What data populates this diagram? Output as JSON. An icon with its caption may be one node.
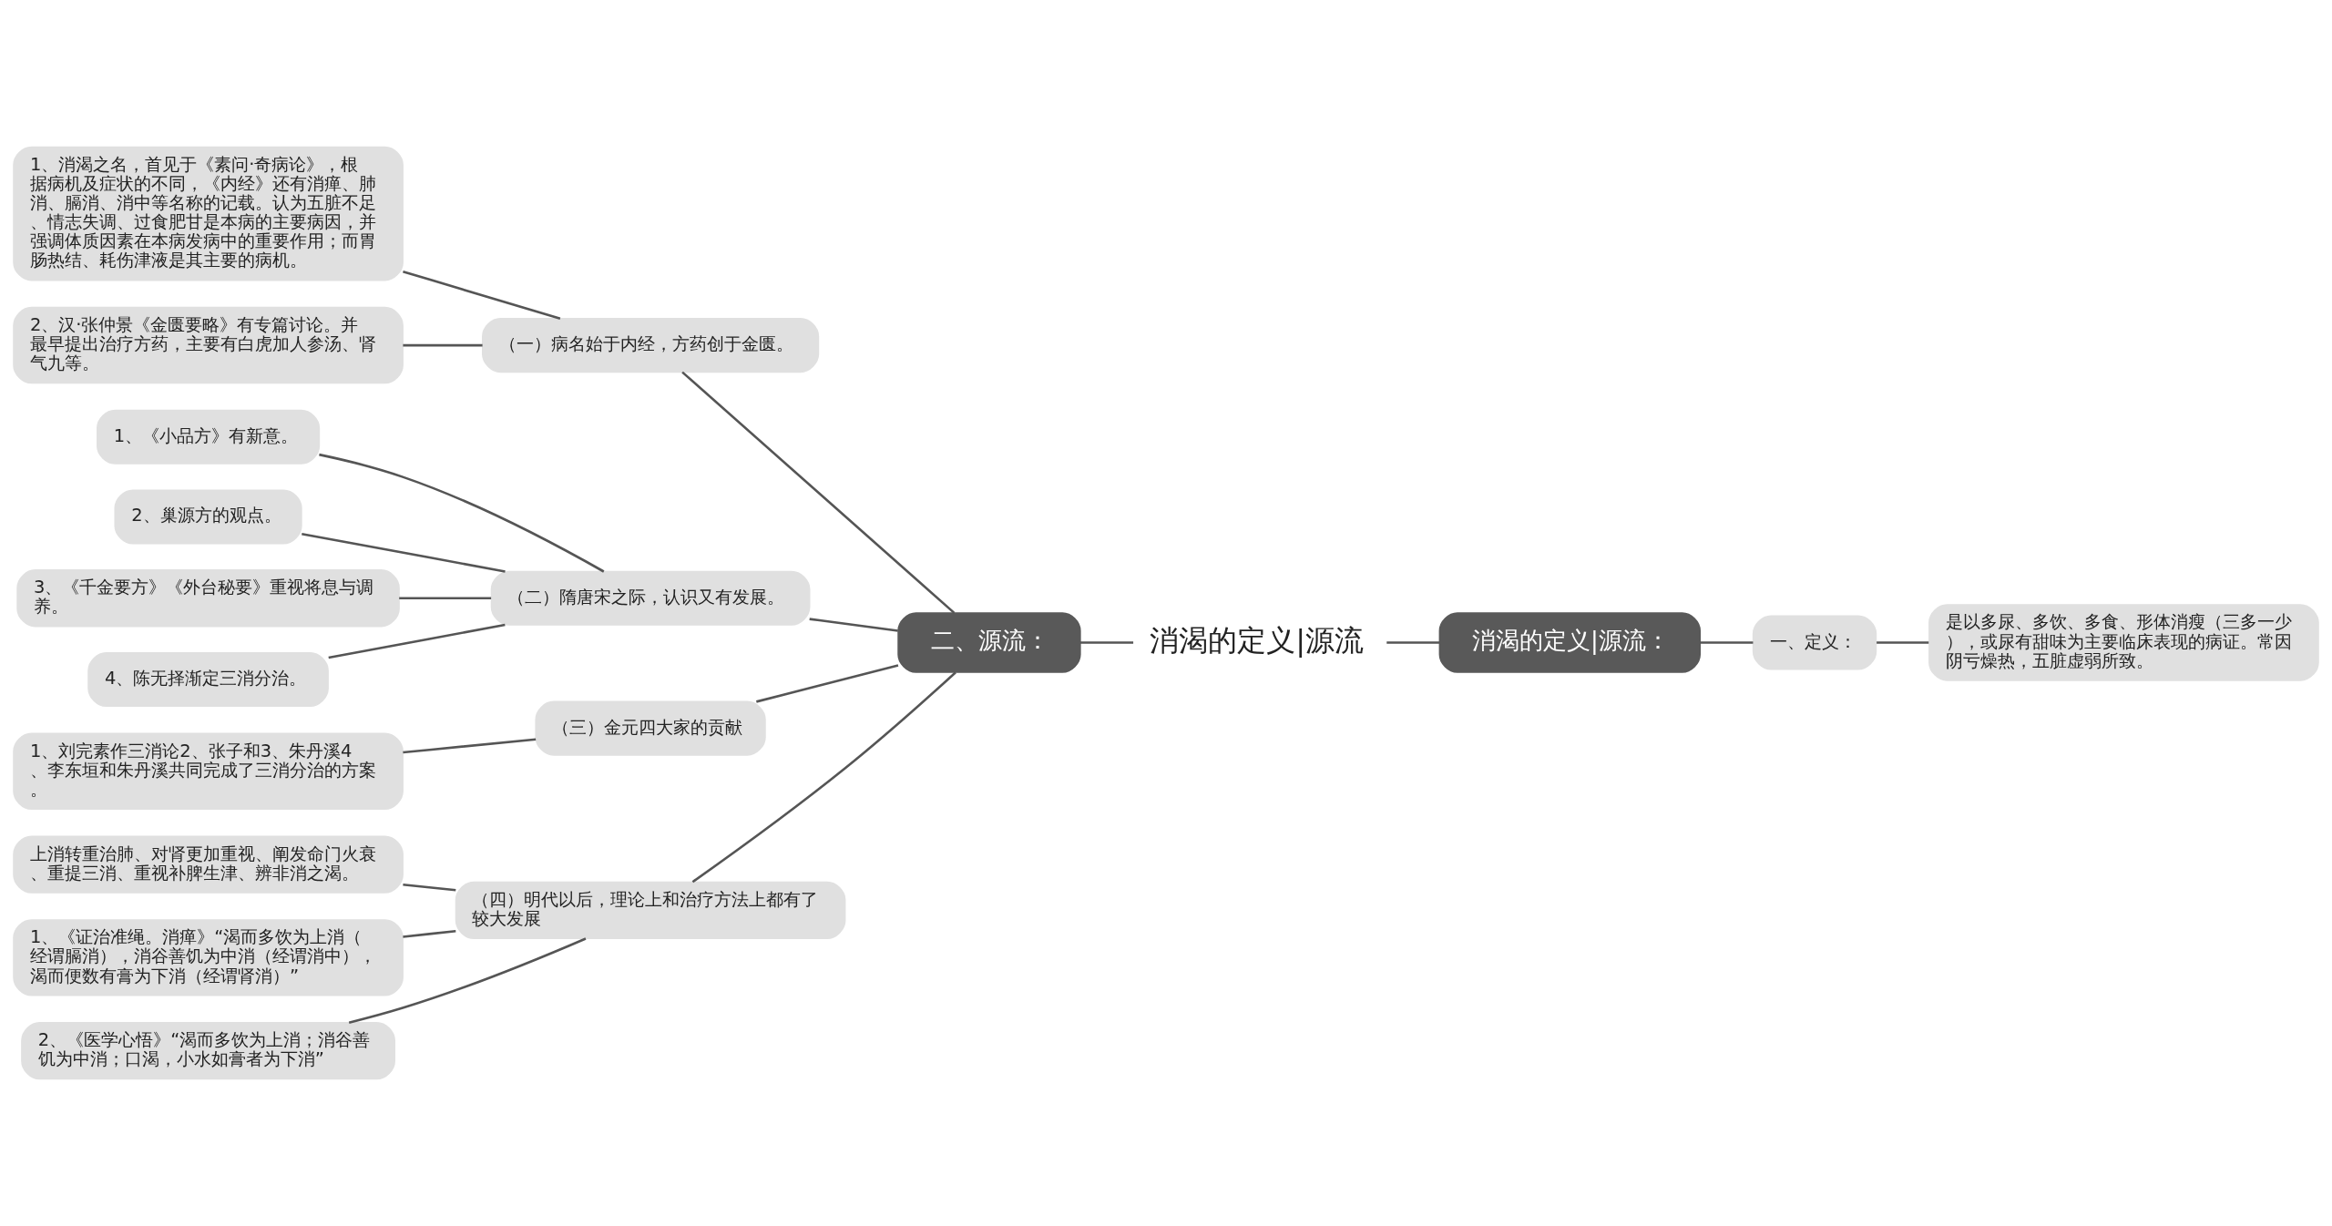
{
  "diagram": {
    "nodes": [
      {
        "text": [
          "消渴的定义|源流"
        ]
      },
      {
        "text": [
          "二、源流："
        ]
      },
      {
        "text": [
          "（一）病名始于内经，方药创于金匮。"
        ]
      },
      {
        "text": [
          "1、消渴之名，首见于《素问·奇病论》，根据病机及症状的不同，《内经》还有消瘅、肺消、膈消、消中等名称的记载。认为五脏不足、情志失调、过食肥甘是本病的主要病因，并强调体质因素在本病发病中的重要作用；而胃肠热结、耗伤津液是其主要的病机。"
        ]
      },
      {
        "text": [
          "2、汉·张仲景《金匮要略》有专篇讨论。并最早提出治疗方药，主要有白虎加人参汤、肾气九等。"
        ]
      },
      {
        "text": [
          "（二）隋唐宋之际，认识又有发展。"
        ]
      },
      {
        "text": [
          "1、《小品方》有新意。"
        ]
      },
      {
        "text": [
          "2、巢源方的观点。"
        ]
      },
      {
        "text": [
          "3、《千金要方》《外台秘要》重视将息与调养。"
        ]
      },
      {
        "text": [
          "4、陈无择渐定三消分治。"
        ]
      },
      {
        "text": [
          "（三）金元四大家的贡献"
        ]
      },
      {
        "text": [
          "1、刘完素作三消论2、张子和3、朱丹溪4、李东垣和朱丹溪共同完成了三消分治的方案。"
        ]
      },
      {
        "text": [
          "（四）明代以后，理论上和治疗方法上都有了较大发展"
        ]
      },
      {
        "text": [
          "上消转重治肺、对肾更加重视、阐发命门火衰、重提三消、重视补脾生津、辨非消之渴。"
        ]
      },
      {
        "text": [
          "1、《证治准绳。消瘅》“渴而多饮为上消（经谓膈消），消谷善饥为中消（经谓消中），渴而便数有膏为下消（经谓肾消）”"
        ]
      },
      {
        "text": [
          "2、《医学心悟》“渴而多饮为上消；消谷善饥为中消；口渴，小水如膏者为下消”"
        ]
      },
      {
        "text": [
          "消渴的定义|源流："
        ]
      },
      {
        "text": [
          "一、定义："
        ]
      },
      {
        "text": [
          "是以多尿、多饮、多食、形体消瘦（三多一少），或尿有甜味为主要临床表现的病证。常因阴亏燥热，五脏虚弱所致。"
        ]
      }
    ],
    "edges": [
      {
        "from": 0,
        "to": 1,
        "arrow": "none"
      },
      {
        "from": 1,
        "to": 2,
        "arrow": "none"
      },
      {
        "from": 2,
        "to": 3,
        "arrow": "none"
      },
      {
        "from": 2,
        "to": 4,
        "arrow": "none"
      },
      {
        "from": 1,
        "to": 5,
        "arrow": "none"
      },
      {
        "from": 5,
        "to": 6,
        "arrow": "none"
      },
      {
        "from": 5,
        "to": 7,
        "arrow": "none"
      },
      {
        "from": 5,
        "to": 8,
        "arrow": "none"
      },
      {
        "from": 5,
        "to": 9,
        "arrow": "none"
      },
      {
        "from": 1,
        "to": 10,
        "arrow": "none"
      },
      {
        "from": 10,
        "to": 11,
        "arrow": "none"
      },
      {
        "from": 1,
        "to": 12,
        "arrow": "none"
      },
      {
        "from": 12,
        "to": 13,
        "arrow": "none"
      },
      {
        "from": 12,
        "to": 14,
        "arrow": "none"
      },
      {
        "from": 12,
        "to": 15,
        "arrow": "none"
      },
      {
        "from": 0,
        "to": 16,
        "arrow": "none"
      },
      {
        "from": 16,
        "to": 17,
        "arrow": "none"
      },
      {
        "from": 17,
        "to": 18,
        "arrow": "none"
      }
    ]
  }
}
